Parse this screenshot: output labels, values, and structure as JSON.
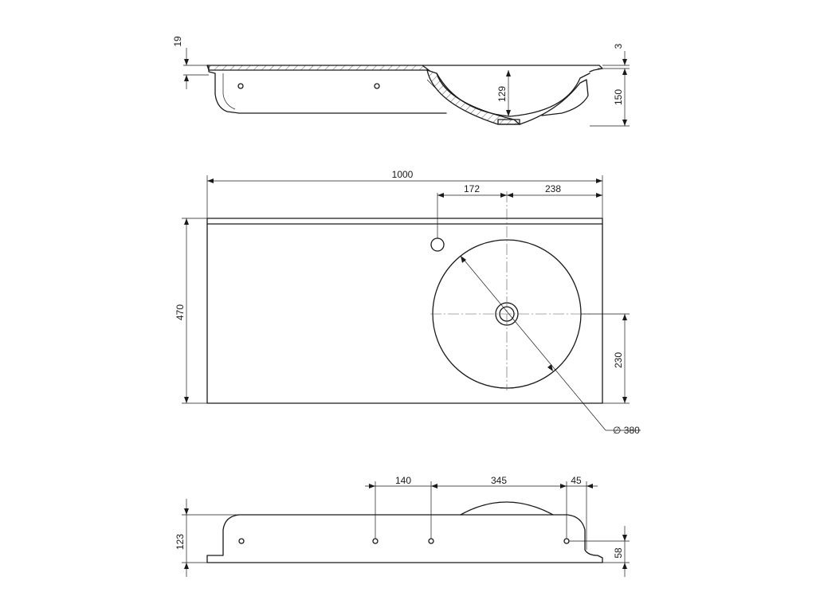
{
  "top_view": {
    "dims": {
      "rim_thickness": "19",
      "top_offset": "3",
      "basin_depth": "129",
      "overall_height": "150"
    }
  },
  "plan_view": {
    "dims": {
      "width": "1000",
      "tap_to_center": "172",
      "center_to_edge": "238",
      "depth": "470",
      "center_from_front": "230",
      "bowl_diameter": "∅ 380"
    }
  },
  "front_view": {
    "dims": {
      "bracket_spacing": "140",
      "bracket_span": "345",
      "end_offset": "45",
      "height": "123",
      "hole_height": "58"
    }
  }
}
